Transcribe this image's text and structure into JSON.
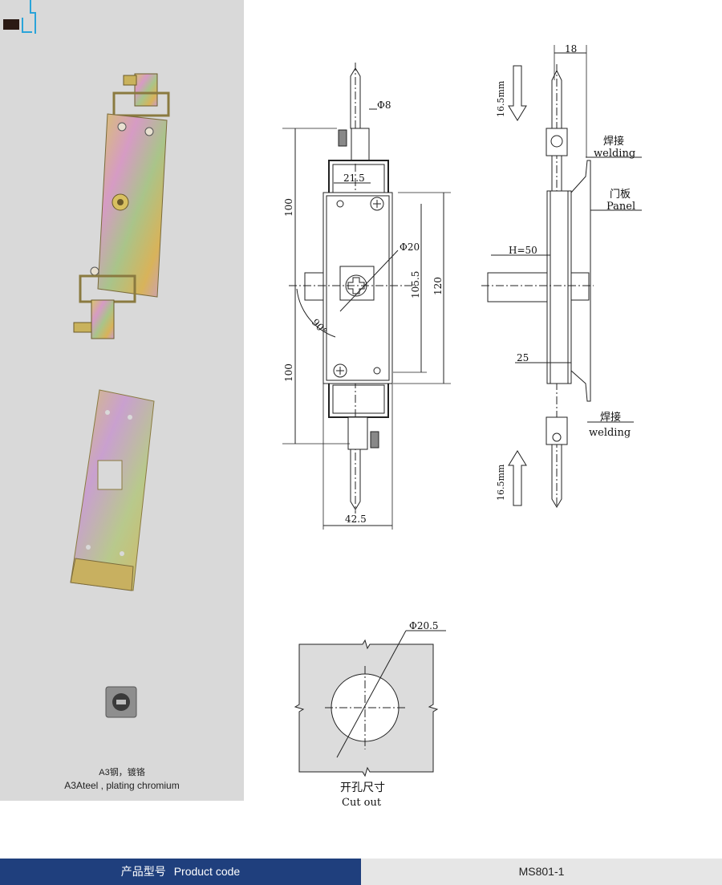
{
  "material": {
    "line_cn": "A3钢，镀铬",
    "line_en": "A3Ateel , plating chromium"
  },
  "dimensions": {
    "shaft_diameter": "Φ8",
    "hole_spacing": "21.5",
    "cam_diameter": "Φ20",
    "overall_upper": "100",
    "overall_lower": "100",
    "body_inner": "105.5",
    "body_outer": "120",
    "rotation_angle": "90°",
    "body_width": "42.5",
    "side_top_width": "18",
    "stroke_top": "16.5mm",
    "stroke_bottom": "16.5mm",
    "handle_height": "H=50",
    "depth": "25",
    "cutout_diameter": "Φ20.5"
  },
  "labels": {
    "welding_top_cn": "焊接",
    "welding_top_en": "welding",
    "panel_cn": "门板",
    "panel_en": "Panel",
    "welding_bottom_cn": "焊接",
    "welding_bottom_en": "welding",
    "cutout_cn": "开孔尺寸",
    "cutout_en": "Cut out"
  },
  "footer": {
    "product_code_cn": "产品型号",
    "product_code_en": "Product code",
    "model": "MS801-1"
  },
  "colors": {
    "footer_blue": "#1f3f7d",
    "left_panel_gray": "#d9d9d9"
  }
}
